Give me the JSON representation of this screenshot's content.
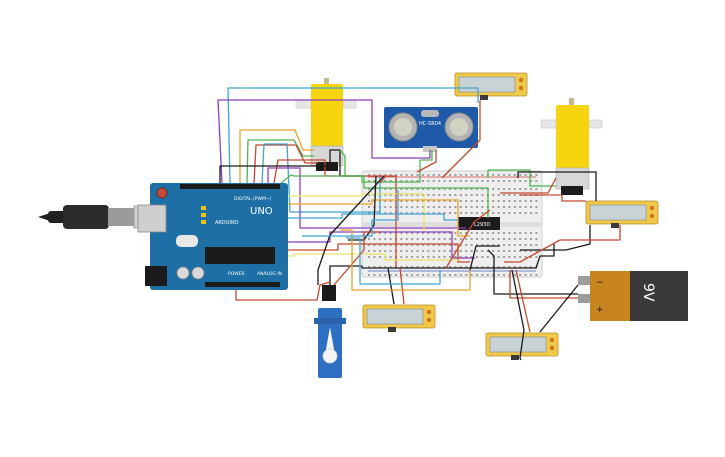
{
  "arduino": {
    "brand": "ARDUINO",
    "model": "UNO",
    "digital_header": "DIGITAL (PWM~)",
    "power_header": "POWER",
    "analog_header": "ANALOG IN",
    "board_color": "#1d6fa5"
  },
  "ultrasonic": {
    "model": "HC-SR04",
    "board_color": "#1e5aa8"
  },
  "driver_ic": {
    "label": "L293D"
  },
  "battery": {
    "label": "9V",
    "minus": "−",
    "plus": "+",
    "top_color": "#c8841e",
    "body_color": "#3a3a3a"
  },
  "colors": {
    "motor_yellow": "#f6d40f",
    "servo_blue": "#2f6fc1",
    "breadboard": "#eeeeee",
    "pot_frame": "#f0c94a",
    "pot_screen": "#c9d3d6"
  },
  "icons": {
    "usb_cable": "usb-cable-icon",
    "servo": "servo-icon",
    "gear_motor": "gear-motor-icon",
    "meter": "lcd-meter-icon"
  }
}
